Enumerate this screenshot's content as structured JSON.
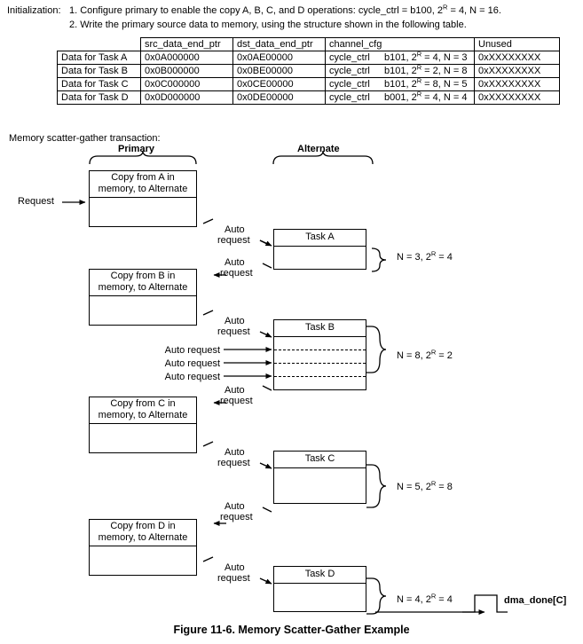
{
  "init": {
    "label": "Initialization:",
    "step1": "1. Configure primary to enable the copy A, B, C, and D operations: cycle_ctrl = b100, 2R = 4, N = 16.",
    "step1_pre": "1. Configure primary to enable the copy A, B, C, and D operations: cycle_ctrl = b100, 2",
    "step1_sup": "R",
    "step1_post": " = 4, N = 16.",
    "step2": "2. Write the primary source data to memory, using the structure shown in the following table."
  },
  "table": {
    "headers": [
      "",
      "src_data_end_ptr",
      "dst_data_end_ptr",
      "channel_cfg",
      "Unused"
    ],
    "rows": [
      {
        "task": "Data for Task A",
        "src": "0x0A000000",
        "dst": "0x0AE00000",
        "cfg_name": "cycle_ctrl",
        "cfg_pre": "b101, 2",
        "cfg_sup": "R",
        "cfg_post": " = 4, N = 3",
        "unused": "0xXXXXXXXX"
      },
      {
        "task": "Data for Task B",
        "src": "0x0B000000",
        "dst": "0x0BE00000",
        "cfg_name": "cycle_ctrl",
        "cfg_pre": "b101, 2",
        "cfg_sup": "R",
        "cfg_post": " = 2, N = 8",
        "unused": "0xXXXXXXXX"
      },
      {
        "task": "Data for Task C",
        "src": "0x0C000000",
        "dst": "0x0CE00000",
        "cfg_name": "cycle_ctrl",
        "cfg_pre": "b101, 2",
        "cfg_sup": "R",
        "cfg_post": " = 8, N = 5",
        "unused": "0xXXXXXXXX"
      },
      {
        "task": "Data for Task D",
        "src": "0x0D000000",
        "dst": "0x0DE00000",
        "cfg_name": "cycle_ctrl",
        "cfg_pre": "b001, 2",
        "cfg_sup": "R",
        "cfg_post": " = 4, N = 4",
        "unused": "0xXXXXXXXX"
      }
    ]
  },
  "diagram": {
    "caption": "Memory scatter-gather transaction:",
    "primary_title": "Primary",
    "alternate_title": "Alternate",
    "request_label": "Request",
    "primary_boxes": [
      {
        "line1": "Copy from A in",
        "line2": "memory, to Alternate"
      },
      {
        "line1": "Copy from B in",
        "line2": "memory, to Alternate"
      },
      {
        "line1": "Copy from C in",
        "line2": "memory, to Alternate"
      },
      {
        "line1": "Copy from D in",
        "line2": "memory, to Alternate"
      }
    ],
    "task_boxes": [
      {
        "title": "Task A",
        "n_pre": "N = 3, 2",
        "n_sup": "R",
        "n_post": " = 4"
      },
      {
        "title": "Task B",
        "n_pre": "N = 8, 2",
        "n_sup": "R",
        "n_post": " = 2"
      },
      {
        "title": "Task C",
        "n_pre": "N = 5, 2",
        "n_sup": "R",
        "n_post": " = 8"
      },
      {
        "title": "Task D",
        "n_pre": "N = 4, 2",
        "n_sup": "R",
        "n_post": " = 4"
      }
    ],
    "auto_word": "Auto",
    "request_word": "request",
    "auto_request_inline": "Auto request",
    "dma_done_label": "dma_done[C]"
  },
  "figure_caption": "Figure 11-6. Memory Scatter-Gather Example",
  "colors": {
    "ink": "#000000",
    "background": "#ffffff"
  }
}
